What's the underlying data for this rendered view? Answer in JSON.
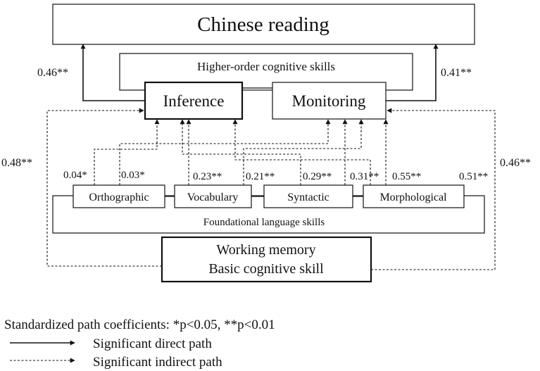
{
  "nodes": {
    "chinese_reading": "Chinese reading",
    "higher_order": "Higher-order cognitive skills",
    "inference": "Inference",
    "monitoring": "Monitoring",
    "orthographic": "Orthographic",
    "vocabulary": "Vocabulary",
    "syntactic": "Syntactic",
    "morphological": "Morphological",
    "foundational": "Foundational language skills",
    "working_memory": "Working memory",
    "basic_cognitive": "Basic cognitive skill"
  },
  "paths": {
    "inference_to_reading": "0.46**",
    "monitoring_to_reading": "0.41**",
    "wm_to_inference": "0.48**",
    "wm_to_monitoring": "0.46**",
    "orth_to_inference": "0.04*",
    "orth_to_monitoring": "0.03*",
    "vocab_to_inference": "0.23**",
    "vocab_to_monitoring": "0.21**",
    "synt_to_inference": "0.29**",
    "synt_to_monitoring": "0.31**",
    "morph_to_inference": "0.55**",
    "morph_to_monitoring": "0.51**"
  },
  "legend": {
    "title": "Standardized path coefficients: *p<0.05, **p<0.01",
    "direct": "Significant direct path",
    "indirect": "Significant indirect path"
  }
}
